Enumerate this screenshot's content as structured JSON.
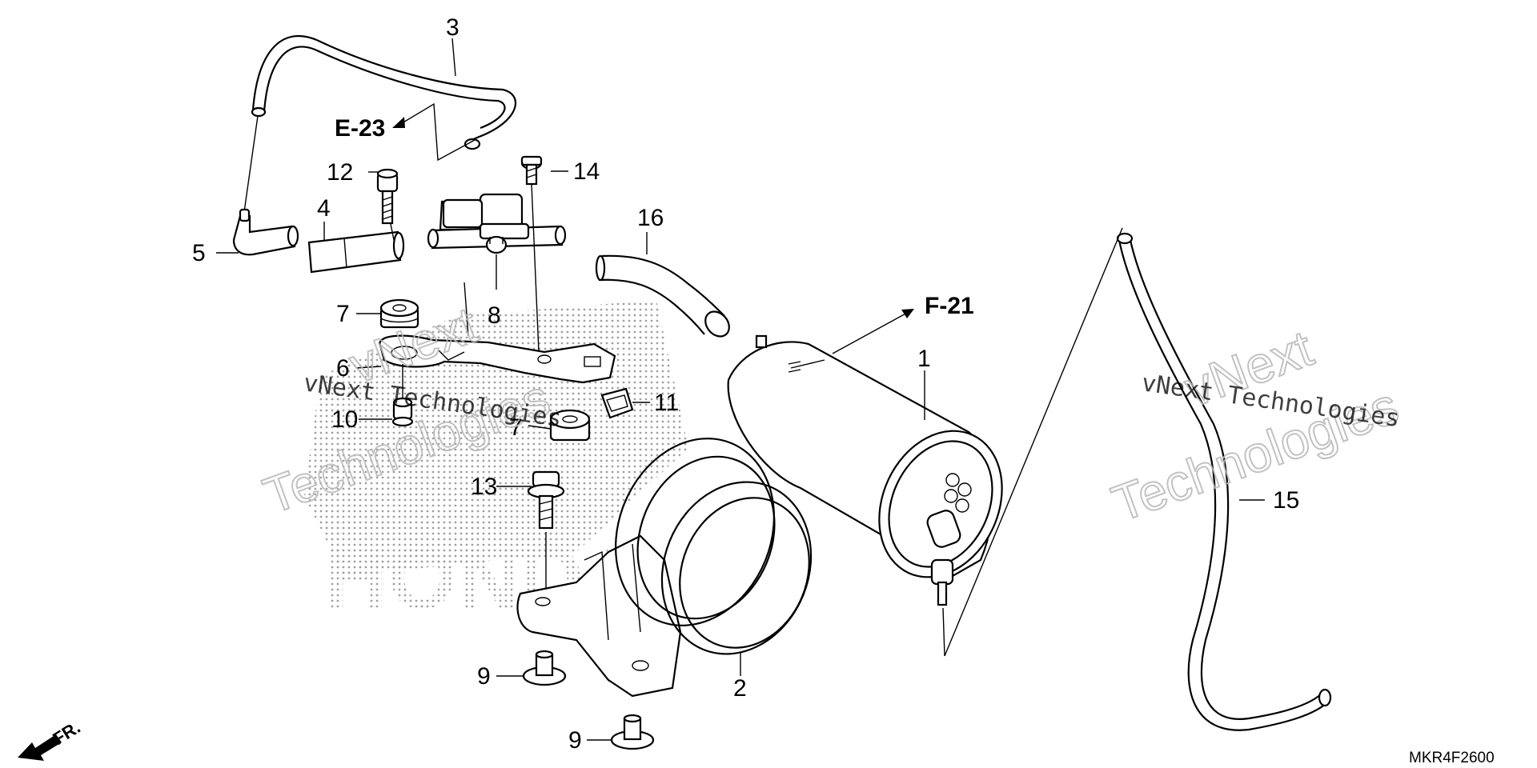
{
  "callouts": {
    "c1": "1",
    "c2": "2",
    "c3": "3",
    "c4": "4",
    "c5": "5",
    "c6": "6",
    "c7a": "7",
    "c7b": "7",
    "c8": "8",
    "c9a": "9",
    "c9b": "9",
    "c10": "10",
    "c11": "11",
    "c12": "12",
    "c13": "13",
    "c14": "14",
    "c15": "15",
    "c16": "16"
  },
  "references": {
    "e23": "E-23",
    "f21": "F-21",
    "fr": "FR."
  },
  "diagram_code": "MKR4F2600",
  "watermarks": {
    "wm1_line1": "vNext Technologies",
    "wm1_line2": "vNext",
    "wm1_big": "Technologies",
    "wm2_line1": "vNext Technologies",
    "wm2_line2": "vNext",
    "wm2_big": "Technologies"
  },
  "brand_watermark": "HONDA"
}
